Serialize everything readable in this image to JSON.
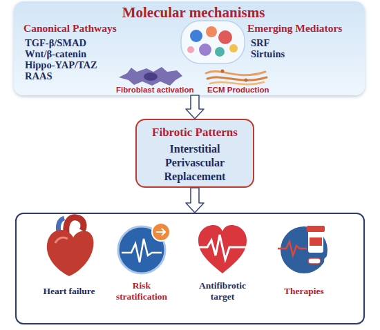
{
  "diagram": {
    "nodes": [
      {
        "text": [
          "Molecular mechanisms",
          "Canonical Pathways",
          "TGF-β/SMAD",
          "Wnt/β-catenin",
          "Hippo-YAP/TAZ",
          "RAAS",
          "Emerging Mediators",
          "SRF",
          "Sirtuins"
        ]
      },
      {
        "text": [
          "Fibrotic Patterns",
          "Interstitial",
          "Perivascular",
          "Replacement"
        ]
      },
      {
        "text": [
          "Heart failure",
          "Risk stratification",
          "Antifibrotic target",
          "Therapies"
        ]
      }
    ],
    "edges": [
      {
        "from": 0,
        "to": 1,
        "arrow": "to"
      },
      {
        "from": 1,
        "to": 2,
        "arrow": "to"
      }
    ],
    "labels": [
      "Fibroblast activation",
      "ECM Production"
    ]
  }
}
